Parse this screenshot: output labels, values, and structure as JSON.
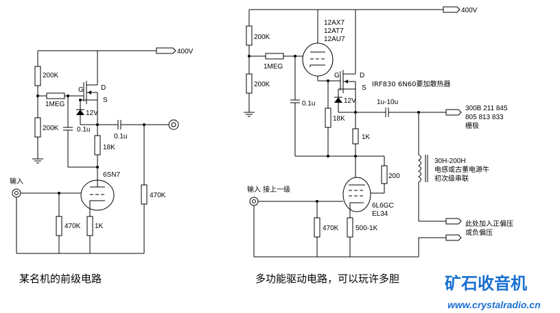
{
  "left": {
    "supply": "400V",
    "r_top": "200K",
    "r_bottom": "200K",
    "r_gate": "1MEG",
    "gate": "G",
    "drain": "D",
    "source": "S",
    "zener": "12V",
    "cap_gate": "0.1u",
    "cap_out": "0.1u",
    "r_drop": "18K",
    "tube": "6SN7",
    "input": "输入",
    "r_grid": "470K",
    "r_cathode": "1K",
    "r_load": "470K",
    "caption": "某名机的前级电路"
  },
  "right": {
    "supply": "400V",
    "r_top": "200K",
    "r_bottom": "200K",
    "r_gate": "1MEG",
    "tube": [
      "12AX7",
      "12AT7",
      "12AU7"
    ],
    "gate": "G",
    "drain": "D",
    "source": "S",
    "mosfet_note": "IRF830 6N60要加散热器",
    "zener": "12V",
    "cap_bypass": "0.1u",
    "cap_coupling": "1u-10u",
    "out_note_1": "300B 211 845",
    "out_note_2": "805 813 833",
    "out_note_3": "栅极",
    "r_drop": "18K",
    "r_mid": "1K",
    "choke_note_1": "30H-200H",
    "choke_note_2": "电感或古董电源牛",
    "choke_note_3": "初次级串联",
    "r_screen": "200",
    "input": "输入 接上一级",
    "tube2_1": "6L6GC",
    "tube2_2": "EL34",
    "r_grid": "470K",
    "r_cathode": "500-1K",
    "bias_1": "此处加入正偏压",
    "bias_2": "或负偏压",
    "caption": "多功能驱动电路，可以玩许多胆"
  },
  "watermark": {
    "logo": "矿石收音机",
    "url": "www.crystalradio.cn"
  }
}
